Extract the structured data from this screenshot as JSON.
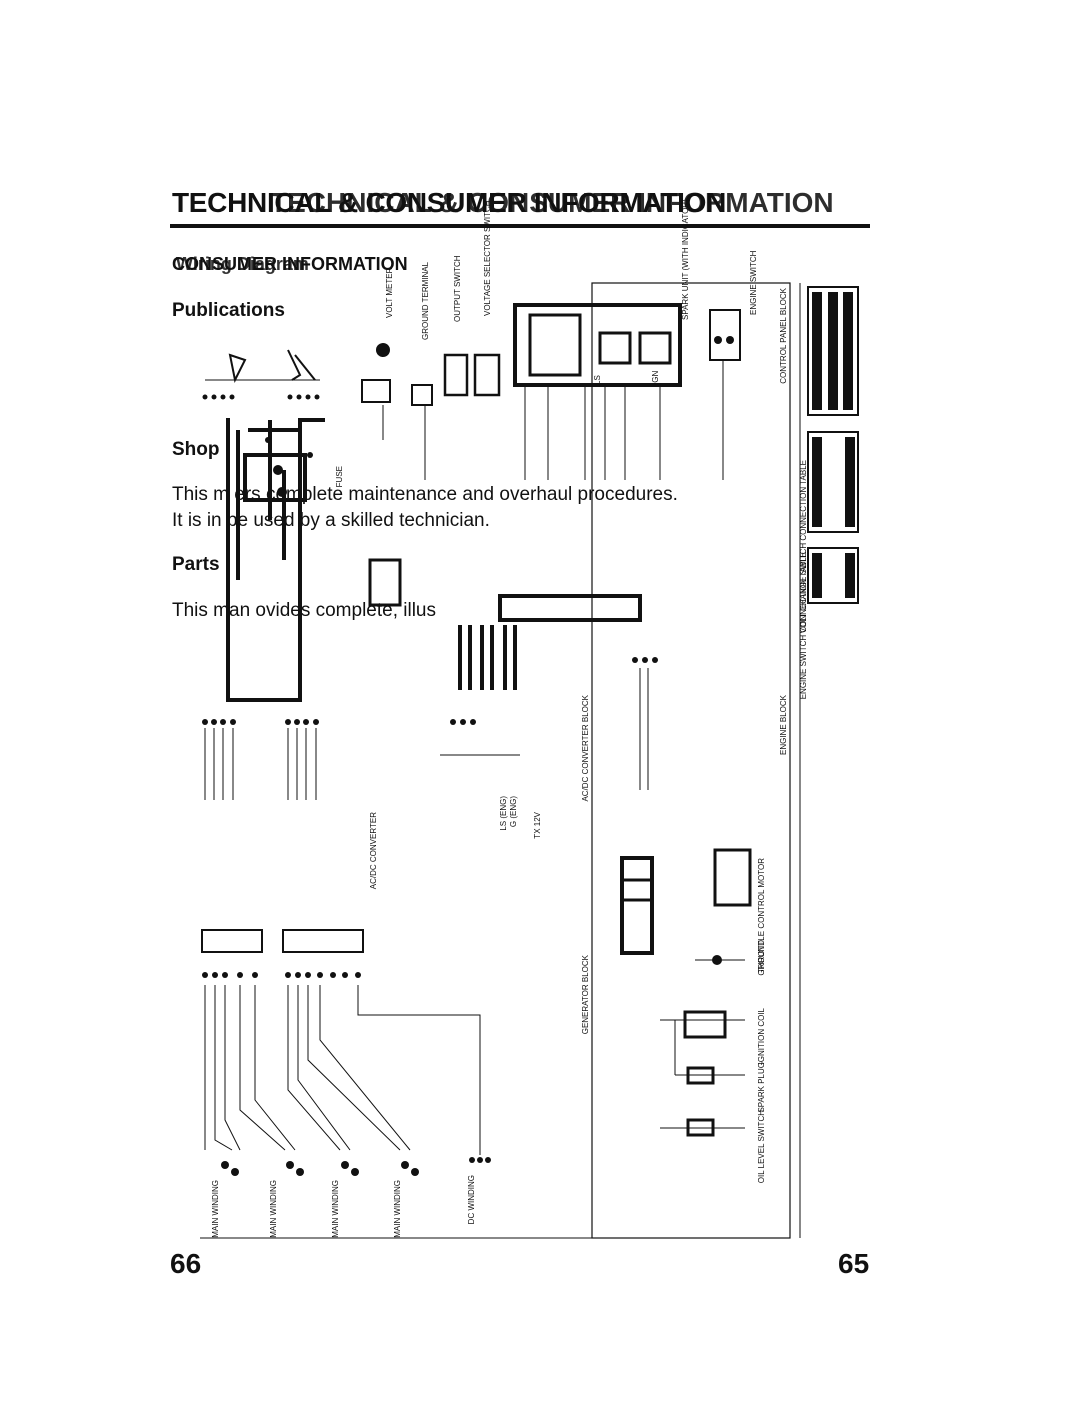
{
  "header": {
    "title": "TECHNICAL & CONSUMER INFORMATION",
    "title_overlay": "TECHNICAL & CONSUMER INFORMATION",
    "subtitle_a": "CONSUMER INFORMATION",
    "subtitle_b": "Wiring Diagram"
  },
  "sections": {
    "publications": "Publications",
    "shop": "Shop",
    "shop_line1": "This m           ers complete maintenance and overhaul procedures.",
    "shop_line2": "It is in              be used by a skilled technician.",
    "parts": "Parts",
    "parts_line1": "This man      ovides complete, illus"
  },
  "diagram_labels": {
    "volt_meter": "VOLT METER",
    "ground_terminal": "GROUND TERMINAL",
    "output_switch": "OUTPUT SWITCH",
    "voltage_selector": "VOLTAGE SELECTOR SWITCH",
    "spark_unit": "SPARK UNIT (WITH INDICATOR)",
    "engine_switch": "ENGINE SWITCH",
    "control_panel_block": "CONTROL PANEL BLOCK",
    "fuse": "FUSE",
    "ac_dc_converter_block": "AC/DC CONVERTER BLOCK",
    "engine_block": "ENGINE BLOCK",
    "generator_block": "GENERATOR BLOCK",
    "ac_dc_converter": "AC/DC CONVERTER",
    "ground": "GROUND",
    "ignition_coil": "IGNITION COIL",
    "spark_plug": "SPARK PLUG",
    "oil_level_switch": "OIL LEVEL SWITCH",
    "throttle_control_motor": "THROTTLE CONTROL MOTOR",
    "main_winding": "MAIN WINDING",
    "dc_winding": "DC WINDING",
    "volt_change_switch_connection_table": "VOLT CHANGE SWITCH CONNECTION TABLE",
    "engine_switch_connection_table": "ENGINE SWITCH CONNECTION TABLE",
    "ls": "LS",
    "ign": "IGN",
    "ls_eng": "LS (ENG)",
    "g_eng": "G (ENG)",
    "tx_12v": "TX 12V"
  },
  "page_numbers": {
    "left": "66",
    "right": "65"
  }
}
